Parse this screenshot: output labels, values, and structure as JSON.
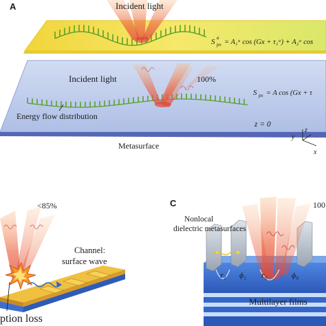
{
  "panels": {
    "a": {
      "letter": "A",
      "top_layer": {
        "incident_label": "Incident light",
        "equation_lhs_base": "S",
        "equation_lhs_sup": "a",
        "equation_lhs_sub": "px",
        "equation_rhs": "= A₁ᵃ cos (Gx + τ₁ᵃ) + A₂ᵃ cos"
      },
      "bottom_layer": {
        "incident_label": "Incident light",
        "percent": "100%",
        "equation_lhs_base": "S",
        "equation_lhs_sub": "px",
        "equation_rhs": "= A cos (Gx + τ",
        "energy_label": "Energy flow distribution",
        "z_label": "z = 0",
        "surface_label": "Metasurface"
      },
      "axes": {
        "y": "y",
        "z": "z",
        "x": "x"
      }
    },
    "b": {
      "percent": "<85%",
      "channel_label_line1": "Channel:",
      "channel_label_line2": "surface wave",
      "loss_label": "ption loss"
    },
    "c": {
      "letter": "C",
      "percent": "100",
      "nonlocal_line1": "Nonlocal",
      "nonlocal_line2": "dielectric metasurfaces",
      "r1": "r₁",
      "phi1": "ϕ₁",
      "r0": "r₀",
      "phi0": "ϕ₀",
      "films_label": "Multilayer films"
    }
  },
  "colors": {
    "top_plane": "#f3e04a",
    "top_plane_edge": "#e3c51e",
    "bottom_plane": "#b8c9e8",
    "bottom_plane_edge": "#5566b4",
    "wave_green": "#5aa02c",
    "beam_red": "#e0483a",
    "beam_orange": "#f59a5a",
    "substrate_blue": "#3e6fd0",
    "substrate_light": "#9cc8f0",
    "grating_gold": "#e8b030"
  }
}
